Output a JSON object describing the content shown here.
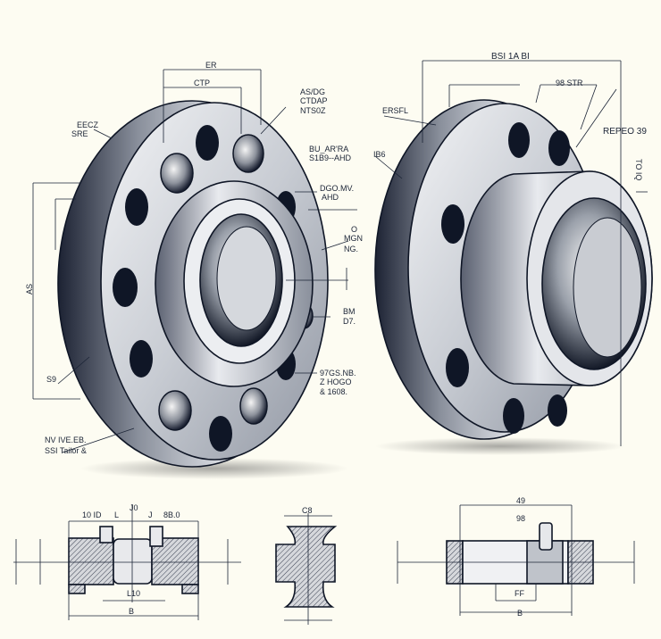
{
  "colors": {
    "paper": "#fdfcf2",
    "ink": "#0f1626",
    "metal_light": "#e6e9ee",
    "metal_dark": "#2a3142"
  },
  "left_flange": {
    "labels": [
      "ER",
      "CTP",
      "AS/DG",
      "CTDAP",
      "NTS0Z",
      "EECZ",
      "SRE",
      "BU_AR'RA",
      "S1B9--AHD",
      "DGO.MV.",
      "AHD",
      "O",
      "MGN",
      "NG.",
      "AS",
      "BM",
      "D7.",
      "S9",
      "97GS.NB.",
      "Z HOGO",
      "& 1608.",
      "NV IVE.EB.",
      "SSI Tailor &"
    ]
  },
  "right_flange": {
    "labels": [
      "BSI 1A BI",
      "98 STR",
      "ERSFL",
      "REPEO 39",
      "IB6",
      "TO IQ"
    ]
  },
  "sections": {
    "left": [
      "10 ID",
      "L",
      "J0",
      "J",
      "8B.0",
      "L10",
      "B"
    ],
    "middle": [
      "C8"
    ],
    "right": [
      "49",
      "98",
      "FF",
      "B"
    ]
  }
}
